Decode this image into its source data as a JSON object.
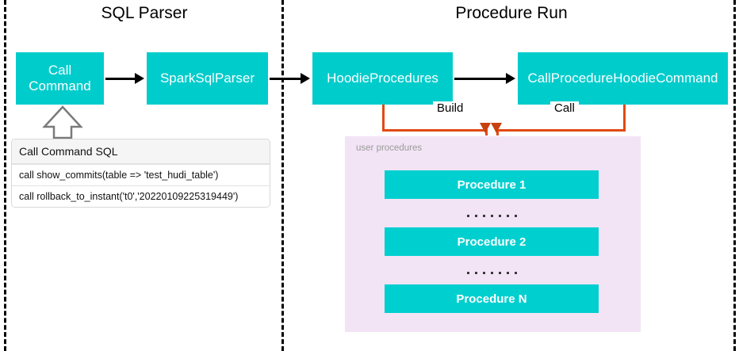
{
  "diagram": {
    "sections": [
      {
        "id": "sql-parser",
        "title": "SQL Parser"
      },
      {
        "id": "procedure-run",
        "title": "Procedure Run"
      }
    ],
    "flow_boxes": [
      {
        "id": "call-command",
        "label": "Call\nCommand"
      },
      {
        "id": "spark-sql-parser",
        "label": "SparkSqlParser"
      },
      {
        "id": "hoodie-procedures",
        "label": "HoodieProcedures"
      },
      {
        "id": "call-procedure-hoodie-command",
        "label": "CallProcedureHoodieCommand"
      }
    ],
    "connector_labels": [
      {
        "id": "build",
        "label": "Build"
      },
      {
        "id": "call",
        "label": "Call"
      }
    ],
    "sql_table": {
      "header": "Call Command SQL",
      "rows": [
        "call show_commits(table => 'test_hudi_table')",
        "call rollback_to_instant('t0','20220109225319449')"
      ]
    },
    "user_procedures": {
      "label": "user procedures",
      "items": [
        {
          "id": "procedure-1",
          "label": "Procedure 1"
        },
        {
          "id": "procedure-2",
          "label": "Procedure 2"
        },
        {
          "id": "procedure-n",
          "label": "Procedure N"
        }
      ],
      "separator_dots": 7
    },
    "colors": {
      "teal": "#00CCCC",
      "lavender": "#F2E4F5",
      "orange": "#E14A12",
      "arrow_black": "#000000",
      "divider": "#000000"
    }
  }
}
